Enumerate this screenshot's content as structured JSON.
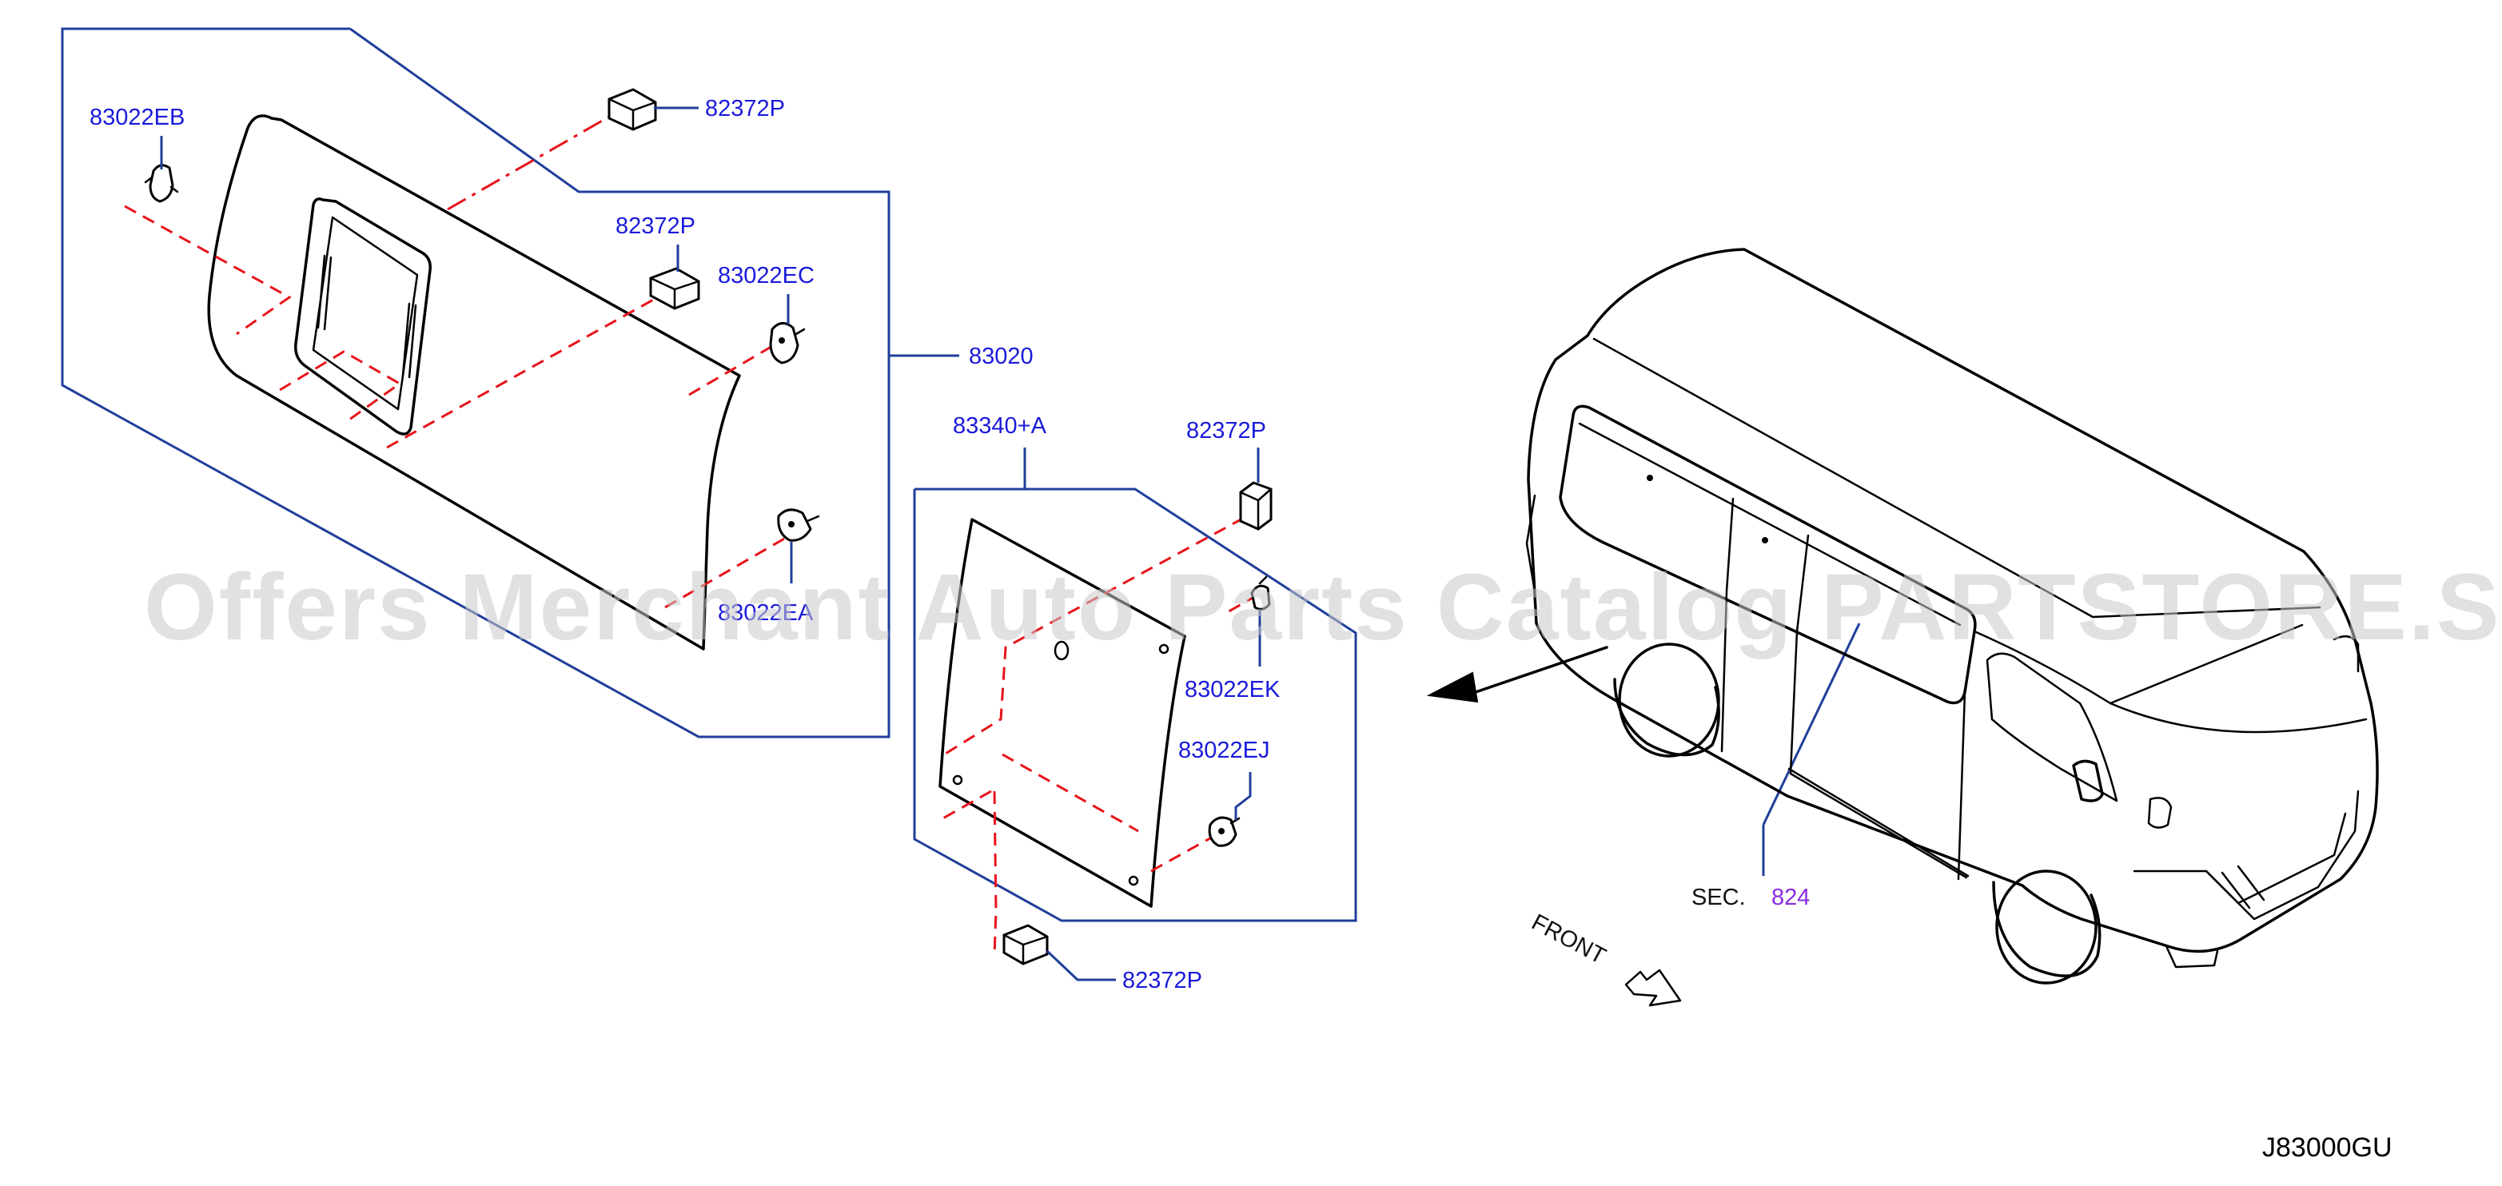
{
  "diagram": {
    "callouts": {
      "clip_upper_left": "83022EB",
      "block_top": "82372P",
      "block_middle": "82372P",
      "clip_right": "83022EC",
      "assembly": "83020",
      "clip_lower": "83022EA",
      "board_assembly": "83340+A",
      "block_board_top": "82372P",
      "clip_board_right": "83022EK",
      "clip_board_lower": "83022EJ",
      "block_bottom": "82372P"
    },
    "section_ref": {
      "prefix": "SEC.",
      "number": "824"
    },
    "front_label": "FRONT",
    "diagram_code": "J83000GU",
    "watermark": "Offers Merchant Auto Parts Catalog PARTSTORE.SA",
    "colors": {
      "callout_text": "#1a1adb",
      "leader_line": "#1f3f9a",
      "assembly_dash": "#e8141b",
      "section_ref": "#8a2be2"
    }
  }
}
